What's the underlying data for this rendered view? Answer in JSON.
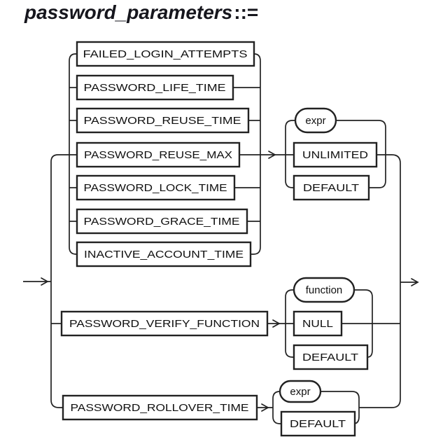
{
  "title": {
    "name": "password_parameters",
    "operator": "::="
  },
  "colors": {
    "line": "#222222",
    "box_border": "#222222",
    "box_fill": "#ffffff",
    "text": "#111111",
    "title_text": "#16161d",
    "background": "#ffffff"
  },
  "diagram": {
    "type": "railroad-syntax-diagram",
    "entry_arrow": "right",
    "exit_arrow": "right",
    "top_branch": {
      "params": [
        "FAILED_LOGIN_ATTEMPTS",
        "PASSWORD_LIFE_TIME",
        "PASSWORD_REUSE_TIME",
        "PASSWORD_REUSE_MAX",
        "PASSWORD_LOCK_TIME",
        "PASSWORD_GRACE_TIME",
        "INACTIVE_ACCOUNT_TIME"
      ],
      "value_choice": {
        "expr": "expr",
        "unlimited": "UNLIMITED",
        "default": "DEFAULT"
      }
    },
    "verify_branch": {
      "keyword": "PASSWORD_VERIFY_FUNCTION",
      "value_choice": {
        "function": "function",
        "null": "NULL",
        "default": "DEFAULT"
      }
    },
    "rollover_branch": {
      "keyword": "PASSWORD_ROLLOVER_TIME",
      "value_choice": {
        "expr": "expr",
        "default": "DEFAULT"
      }
    }
  }
}
